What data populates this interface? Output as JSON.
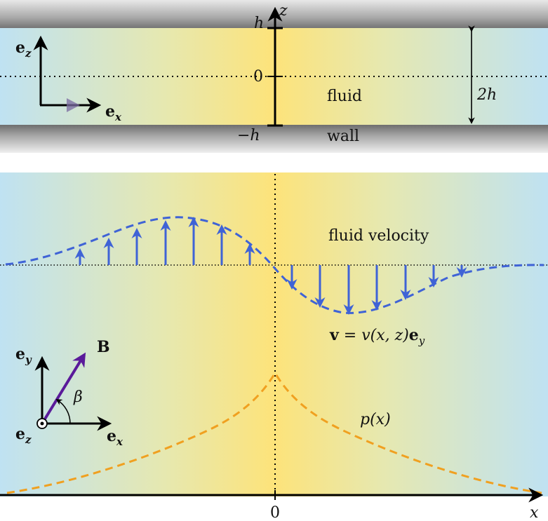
{
  "top_panel": {
    "z_axis_label": "z",
    "tick_h": "h",
    "tick_zero": "0",
    "tick_minus_h": "−h",
    "fluid_label": "fluid",
    "wall_label": "wall",
    "height_label": "2h",
    "basis": {
      "ez_main": "e",
      "ez_sub": "z",
      "ex_main": "e",
      "ex_sub": "x"
    }
  },
  "bottom_panel": {
    "velocity_title": "fluid velocity",
    "velocity_eq": {
      "bold_v": "v",
      "mid": " = v(x, z)",
      "bold_e": "e",
      "sub_y": "y"
    },
    "pressure_label": "p(x)",
    "x_axis_label": "x",
    "x_tick_zero": "0",
    "field_label": "B",
    "angle_label": "β",
    "basis": {
      "ey_main": "e",
      "ey_sub": "y",
      "ex_main": "e",
      "ex_sub": "x",
      "ez_main": "e",
      "ez_sub": "z"
    }
  },
  "colors": {
    "background_center": "#fde37a",
    "background_edge": "#bfe2f2",
    "velocity": "#3f63d6",
    "pressure": "#f0a020",
    "field_vector": "#5a1a9a",
    "wall_dark": "#6e6e6e",
    "wall_light": "#e8e8e8",
    "basis_arrow_tip": "#7a6aa0"
  },
  "chart_data": {
    "type": "line",
    "x_range": [
      -1,
      1
    ],
    "series": [
      {
        "values_description": "odd profile, positive for x<0, negative for x>0, velocity v(x) in y-direction",
        "x": [
          -0.95,
          -0.75,
          -0.55,
          -0.35,
          -0.15,
          0.05,
          0.25,
          0.45,
          0.65,
          0.85
        ],
        "y": [
          0.05,
          0.35,
          0.72,
          1.0,
          0.8,
          -0.25,
          -0.9,
          -0.95,
          -0.6,
          -0.2
        ]
      },
      {
        "x": [
          -1,
          -0.5,
          0,
          0.5,
          1
        ],
        "y": [
          0.0,
          0.35,
          1.0,
          0.35,
          0.0
        ]
      }
    ]
  }
}
